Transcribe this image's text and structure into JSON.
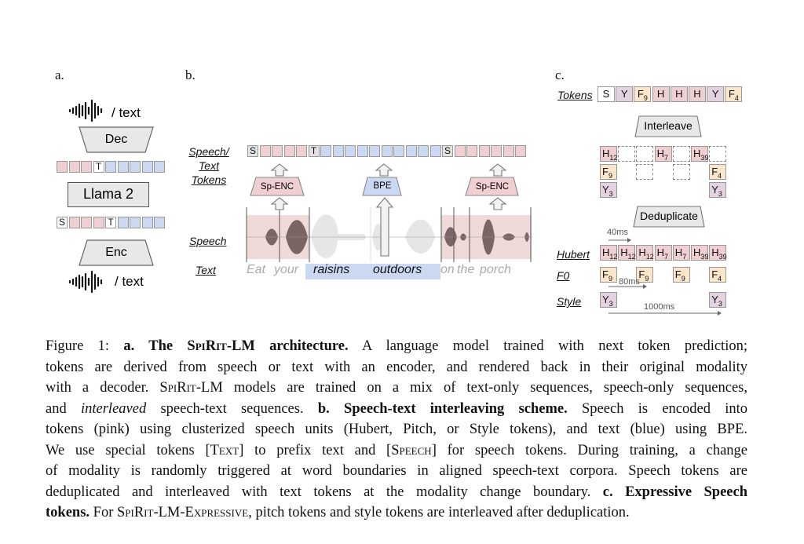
{
  "panel_a": {
    "label": "a.",
    "top_io": "/ text",
    "decoder": "Dec",
    "model": "Llama 2",
    "encoder": "Enc",
    "bottom_io": "/ text",
    "output_tokens": [
      {
        "type": "speech",
        "text": ""
      },
      {
        "type": "speech",
        "text": ""
      },
      {
        "type": "speech",
        "text": ""
      },
      {
        "type": "special",
        "text": "T"
      },
      {
        "type": "text",
        "text": ""
      },
      {
        "type": "text",
        "text": ""
      },
      {
        "type": "text",
        "text": ""
      },
      {
        "type": "text",
        "text": ""
      },
      {
        "type": "text",
        "text": ""
      }
    ],
    "input_tokens": [
      {
        "type": "special",
        "text": "S"
      },
      {
        "type": "speech",
        "text": ""
      },
      {
        "type": "speech",
        "text": ""
      },
      {
        "type": "speech",
        "text": ""
      },
      {
        "type": "special",
        "text": "T"
      },
      {
        "type": "text",
        "text": ""
      },
      {
        "type": "text",
        "text": ""
      },
      {
        "type": "text",
        "text": ""
      },
      {
        "type": "text",
        "text": ""
      }
    ]
  },
  "panel_b": {
    "label": "b.",
    "row_labels": {
      "tokens": "Speech/ Text Tokens",
      "speech": "Speech",
      "text": "Text"
    },
    "token_sequence": "S,p,p,p,p,T,b,b,b,b,b,b,b,b,b,b,S,p,p,p,p,p,p",
    "encoders": [
      "Sp-ENC",
      "BPE",
      "Sp-ENC"
    ],
    "words": [
      {
        "text": "Eat",
        "modality": "speech"
      },
      {
        "text": "your",
        "modality": "speech"
      },
      {
        "text": "raisins",
        "modality": "text"
      },
      {
        "text": "outdoors",
        "modality": "text"
      },
      {
        "text": "on",
        "modality": "speech"
      },
      {
        "text": "the",
        "modality": "speech"
      },
      {
        "text": "porch",
        "modality": "speech"
      }
    ]
  },
  "panel_c": {
    "label": "c.",
    "tokens_label": "Tokens",
    "tokens": [
      {
        "t": "S",
        "sub": "",
        "kind": "white"
      },
      {
        "t": "Y",
        "sub": "",
        "kind": "style"
      },
      {
        "t": "F",
        "sub": "9",
        "kind": "pitch"
      },
      {
        "t": "H",
        "sub": "",
        "kind": "hubert"
      },
      {
        "t": "H",
        "sub": "",
        "kind": "hubert"
      },
      {
        "t": "H",
        "sub": "",
        "kind": "hubert"
      },
      {
        "t": "Y",
        "sub": "",
        "kind": "style"
      },
      {
        "t": "F",
        "sub": "4",
        "kind": "pitch"
      }
    ],
    "interleave_label": "Interleave",
    "dedup_label": "Deduplicate",
    "interleave_grid": {
      "hubert": [
        "12",
        null,
        null,
        "7",
        null,
        "39",
        null
      ],
      "pitch": [
        "9",
        null,
        "-",
        null,
        "-",
        null,
        "4"
      ],
      "style": [
        "3",
        null,
        null,
        null,
        null,
        null,
        "3"
      ]
    },
    "row_labels": {
      "hubert": "Hubert",
      "f0": "F0",
      "style": "Style"
    },
    "hubert": [
      "12",
      "12",
      "12",
      "7",
      "7",
      "39",
      "39"
    ],
    "f0": [
      "9",
      "9",
      "9",
      "4"
    ],
    "style": [
      "3",
      "3"
    ],
    "timings": {
      "hubert": "40ms",
      "f0": "80ms",
      "style": "1000ms"
    }
  },
  "caption": {
    "lines": [
      [
        "Figure 1:  ",
        "b:a. The ",
        "bsc:SpiRit",
        "b:-LM architecture.",
        "  A language model trained with next token prediction;"
      ],
      [
        "tokens are derived from speech or text with an encoder, and rendered back in their original modality"
      ],
      [
        "with a decoder. ",
        "sc:SpiRit",
        "-LM models are trained on a mix of text-only sequences, speech-only sequences,"
      ],
      [
        "and ",
        "i:interleaved",
        " speech-text sequences.  ",
        "b:b. Speech-text interleaving scheme.",
        "  Speech is encoded into"
      ],
      [
        "tokens (pink) using clusterized speech units (Hubert, Pitch, or Style tokens), and text (blue) using BPE."
      ],
      [
        "We use special tokens [",
        "sc:Text",
        "] to prefix text and [",
        "sc:Speech",
        "] for speech tokens. During training, a change"
      ],
      [
        "of modality is randomly triggered at word boundaries in aligned speech-text corpora. Speech tokens are"
      ],
      [
        "deduplicated and interleaved with text tokens at the modality change boundary.  ",
        "b:c. Expressive Speech"
      ],
      [
        "b:tokens.",
        " For ",
        "sc:SpiRit",
        "-LM-",
        "sc:Expressive",
        ", pitch tokens and style tokens are interleaved after deduplication."
      ]
    ]
  },
  "colors": {
    "speech": "#efcfd1",
    "text": "#cbd8f2",
    "pitch": "#fbe6cb",
    "style": "#e4d2e0",
    "box": "#e8e8e8"
  }
}
